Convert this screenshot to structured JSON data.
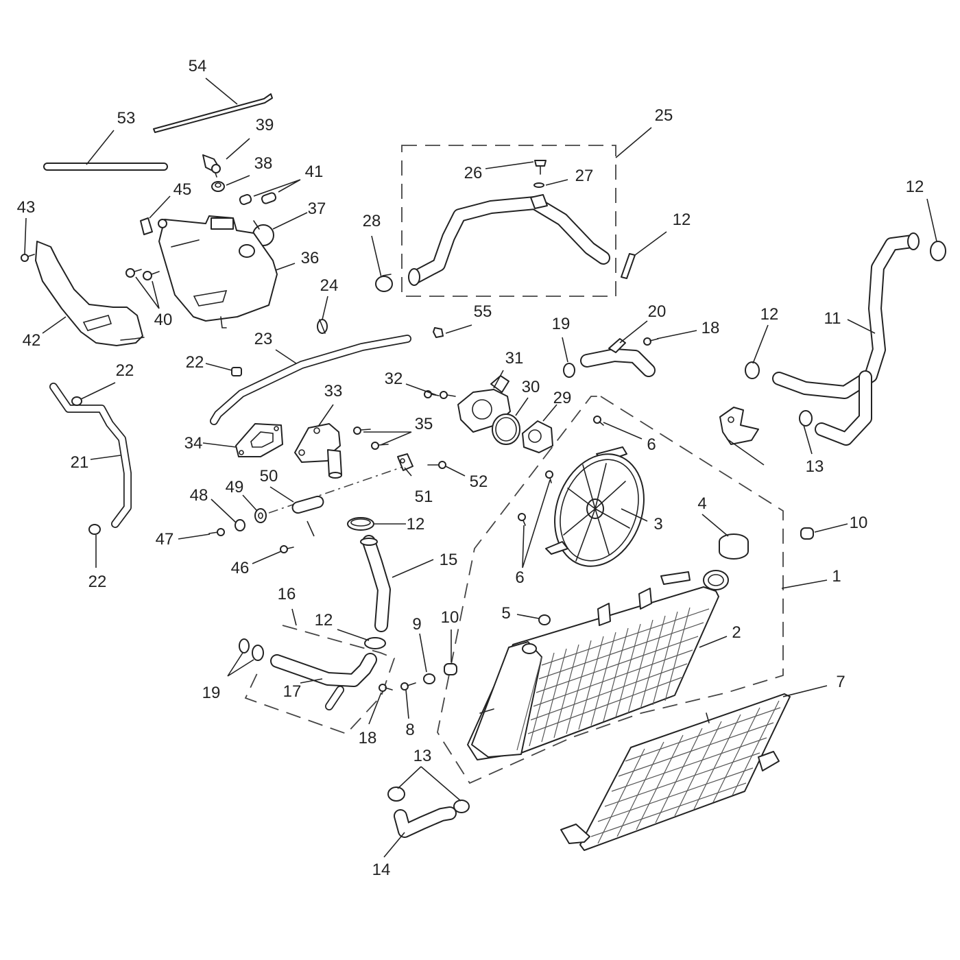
{
  "callouts": {
    "c1": "1",
    "c2": "2",
    "c3": "3",
    "c4": "4",
    "c5": "5",
    "c6a": "6",
    "c6b": "6",
    "c7": "7",
    "c8": "8",
    "c9": "9",
    "c10a": "10",
    "c10b": "10",
    "c11": "11",
    "c12a": "12",
    "c12b": "12",
    "c12c": "12",
    "c12d": "12",
    "c12e": "12",
    "c13a": "13",
    "c13b": "13",
    "c14": "14",
    "c15": "15",
    "c16": "16",
    "c17": "17",
    "c18a": "18",
    "c18b": "18",
    "c19a": "19",
    "c19b": "19",
    "c20": "20",
    "c21": "21",
    "c22a": "22",
    "c22b": "22",
    "c22c": "22",
    "c23": "23",
    "c24": "24",
    "c25": "25",
    "c26": "26",
    "c27": "27",
    "c28": "28",
    "c29": "29",
    "c30": "30",
    "c31": "31",
    "c32": "32",
    "c33": "33",
    "c34": "34",
    "c35": "35",
    "c36": "36",
    "c37": "37",
    "c38": "38",
    "c39": "39",
    "c40": "40",
    "c41": "41",
    "c42": "42",
    "c43": "43",
    "c45": "45",
    "c46": "46",
    "c47": "47",
    "c48": "48",
    "c49": "49",
    "c50": "50",
    "c51": "51",
    "c52": "52",
    "c53": "53",
    "c54": "54",
    "c55": "55"
  }
}
